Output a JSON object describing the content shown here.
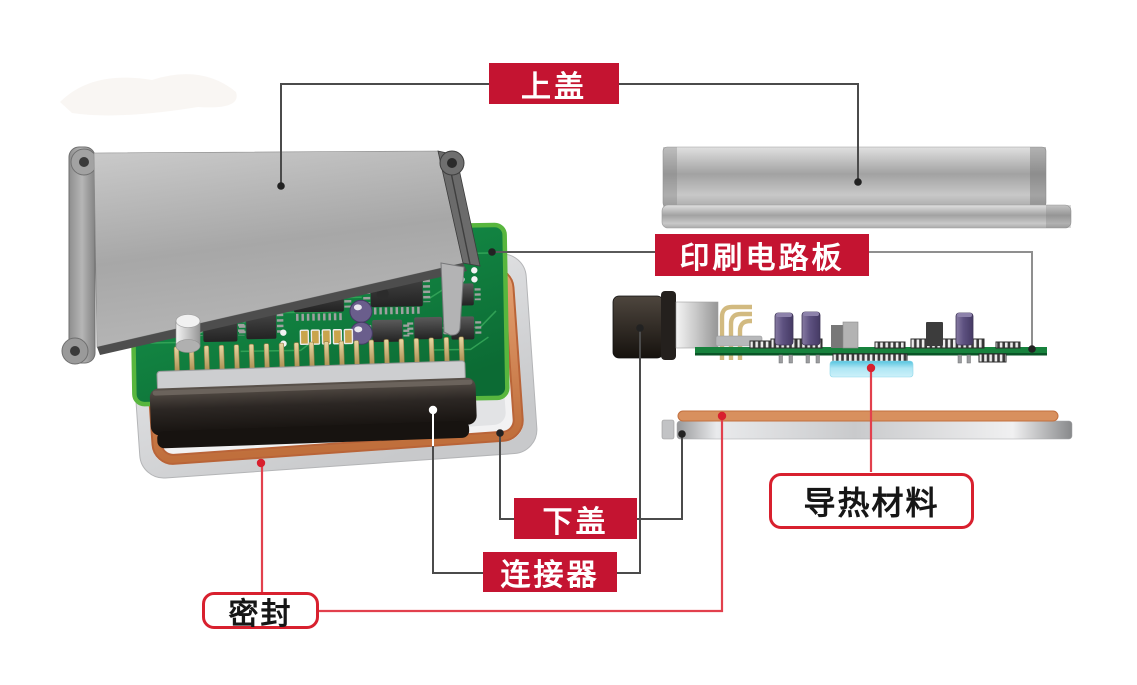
{
  "labels": {
    "top_cover": "上盖",
    "pcb": "印刷电路板",
    "bottom_cover": "下盖",
    "connector": "连接器",
    "seal": "密封",
    "thermal_material": "导热材料"
  },
  "label_styles": {
    "filled_red": [
      "top_cover",
      "pcb",
      "bottom_cover",
      "connector"
    ],
    "outlined_white": [
      "seal",
      "thermal_material"
    ]
  },
  "parts": [
    {
      "id": "top-cover-3d",
      "label_key": "top_cover",
      "view": "left-exploded-3d"
    },
    {
      "id": "pcb-3d",
      "label_key": "pcb",
      "view": "left-exploded-3d"
    },
    {
      "id": "connector-3d",
      "label_key": "connector",
      "view": "left-exploded-3d"
    },
    {
      "id": "bottom-cover-3d",
      "label_key": "bottom_cover",
      "view": "left-exploded-3d"
    },
    {
      "id": "seal-ring-3d",
      "label_key": "seal",
      "view": "left-exploded-3d"
    },
    {
      "id": "top-cover-side",
      "label_key": "top_cover",
      "view": "right-side-view"
    },
    {
      "id": "pcb-side",
      "label_key": "pcb",
      "view": "right-side-view"
    },
    {
      "id": "connector-side",
      "label_key": "connector",
      "view": "right-side-view"
    },
    {
      "id": "thermal-pad-side",
      "label_key": "thermal_material",
      "view": "right-side-view"
    },
    {
      "id": "bottom-plate-side",
      "label_key": "bottom_cover",
      "view": "right-side-view"
    },
    {
      "id": "seal-strip-side",
      "label_key": "seal",
      "view": "right-side-view"
    }
  ],
  "colors": {
    "background": "#ffffff",
    "label_red": "#c41431",
    "callout_red_line": "#e2404d",
    "callout_red_dot": "#d8202e",
    "leader_dark": "#4b4b4b",
    "leader_gray": "#8f8f8f",
    "pcb_green": "#12873f",
    "pcb_edge_green": "#58b63e",
    "seal_copper": "#d8905e",
    "thermal_cyan": "#a5e2f2",
    "metal_gray": "#b9babc",
    "connector_black": "#26211e",
    "pin_gold": "#cdb272",
    "capacitor_purple": "#5d5180"
  }
}
